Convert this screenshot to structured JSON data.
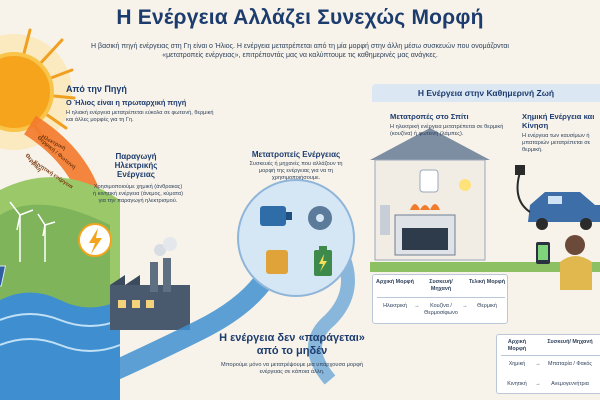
{
  "title": "Η Ενέργεια Αλλάζει Συνεχώς Μορφή",
  "subtitle": "Η βασική πηγή ενέργειας στη Γη είναι ο Ήλιος. Η ενέργεια μετατρέπεται από τη μία μορφή στην άλλη μέσω συσκευών που ονομάζονται «μετατροπείς ενέργειας», επιτρέποντάς μας να καλύπτουμε τις καθημερινές μας ανάγκες.",
  "source": {
    "heading": "Από την Πηγή",
    "subheading": "Ο Ήλιος είναι η πρωταρχική πηγή",
    "text": "Η ηλιακή ενέργεια μετατρέπεται εύκολα σε φωτεινή, θερμική και άλλες μορφές για τη Γη.",
    "rays": [
      "Ηλεκτρική",
      "Θερμική / Φωτεινή",
      "Θερμική",
      "Κινητική ενέργεια"
    ]
  },
  "production": {
    "heading": "Παραγωγή Ηλεκτρικής Ενέργειας",
    "text": "Χρησιμοποιούμε χημική (άνθρακας) ή κινητική ενέργεια (άνεμος, κύματα) για την παραγωγή ηλεκτρισμού."
  },
  "converters": {
    "heading": "Μετατροπείς Ενέργειας",
    "text": "Συσκευές ή μηχανές που αλλάζουν τη μορφή της ενέργειας για να τη χρησιμοποιήσουμε."
  },
  "daily_life": {
    "heading": "Η Ενέργεια στην Καθημερινή Ζωή",
    "home": {
      "heading": "Μετατροπές στο Σπίτι",
      "text": "Η ηλεκτρική ενέργεια μετατρέπεται σε θερμική (κουζίνα) ή φωτεινή (λάμπες).",
      "table": {
        "headers": [
          "Αρχική Μορφή",
          "Συσκευή/ Μηχανή",
          "Τελική Μορφή"
        ],
        "row": [
          "Ηλεκτρική",
          "Κουζίνα / Θερμοσίφωνο",
          "Θερμική"
        ]
      }
    },
    "chemical": {
      "heading": "Χημική Ενέργεια και Κίνηση",
      "text": "Η ενέργεια των καυσίμων ή μπαταριών μετατρέπεται σε θερμική.",
      "table": {
        "headers": [
          "Αρχική Μορφή",
          "Συσκευή/ Μηχανή"
        ],
        "rows": [
          [
            "Χημική",
            "Μπαταρία / Φακός"
          ],
          [
            "Κινητική",
            "Ανεμογεννήτρια"
          ]
        ]
      }
    }
  },
  "bottom_note": {
    "heading": "Η ενέργεια δεν «παράγεται» από το μηδέν",
    "text": "Μπορούμε μόνο να μετατρέψουμε μια υπάρχουσα μορφή ενέργειας σε κάποια άλλη."
  },
  "arrow_symbol": "→",
  "colors": {
    "title": "#1d3c6e",
    "sun": "#f5a623",
    "river": "#3f8fd0",
    "background": "#f7f3ea"
  }
}
